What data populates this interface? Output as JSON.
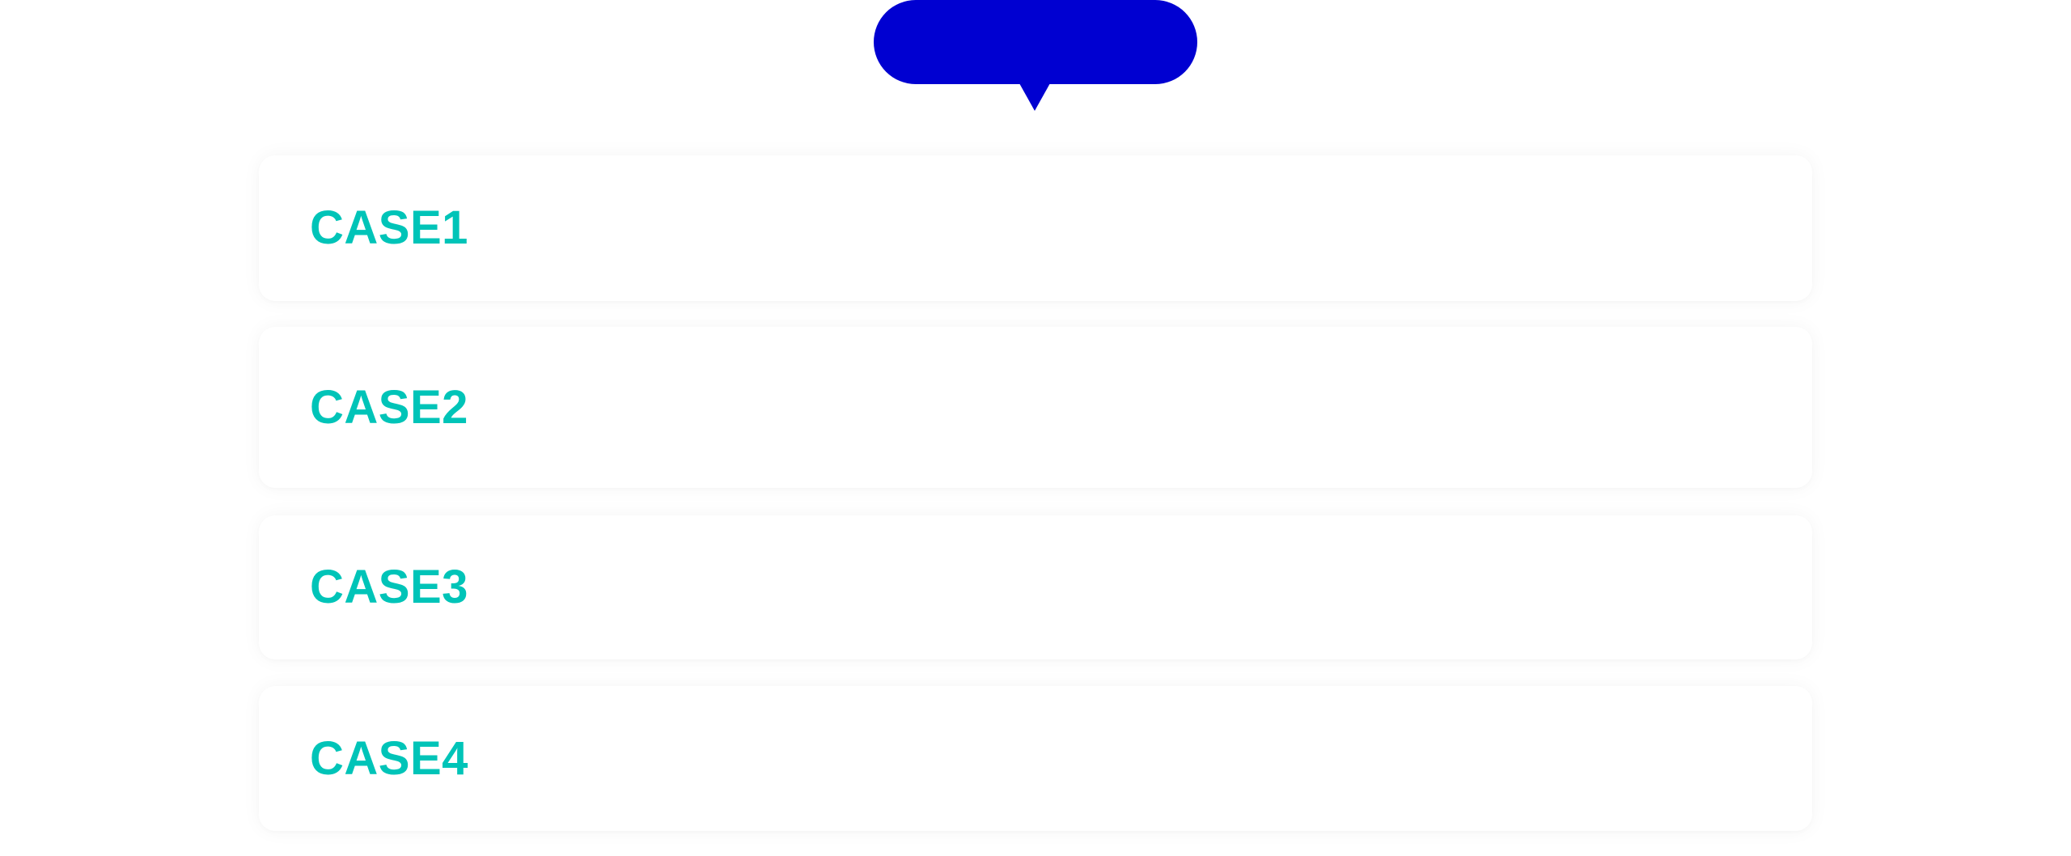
{
  "tooltip": {
    "label": "",
    "color": "#0000D1"
  },
  "cases": {
    "items": [
      {
        "label": "CASE1"
      },
      {
        "label": "CASE2"
      },
      {
        "label": "CASE3"
      },
      {
        "label": "CASE4"
      }
    ],
    "text_color": "#00C4B8",
    "card_color": "#FFFFFF"
  }
}
